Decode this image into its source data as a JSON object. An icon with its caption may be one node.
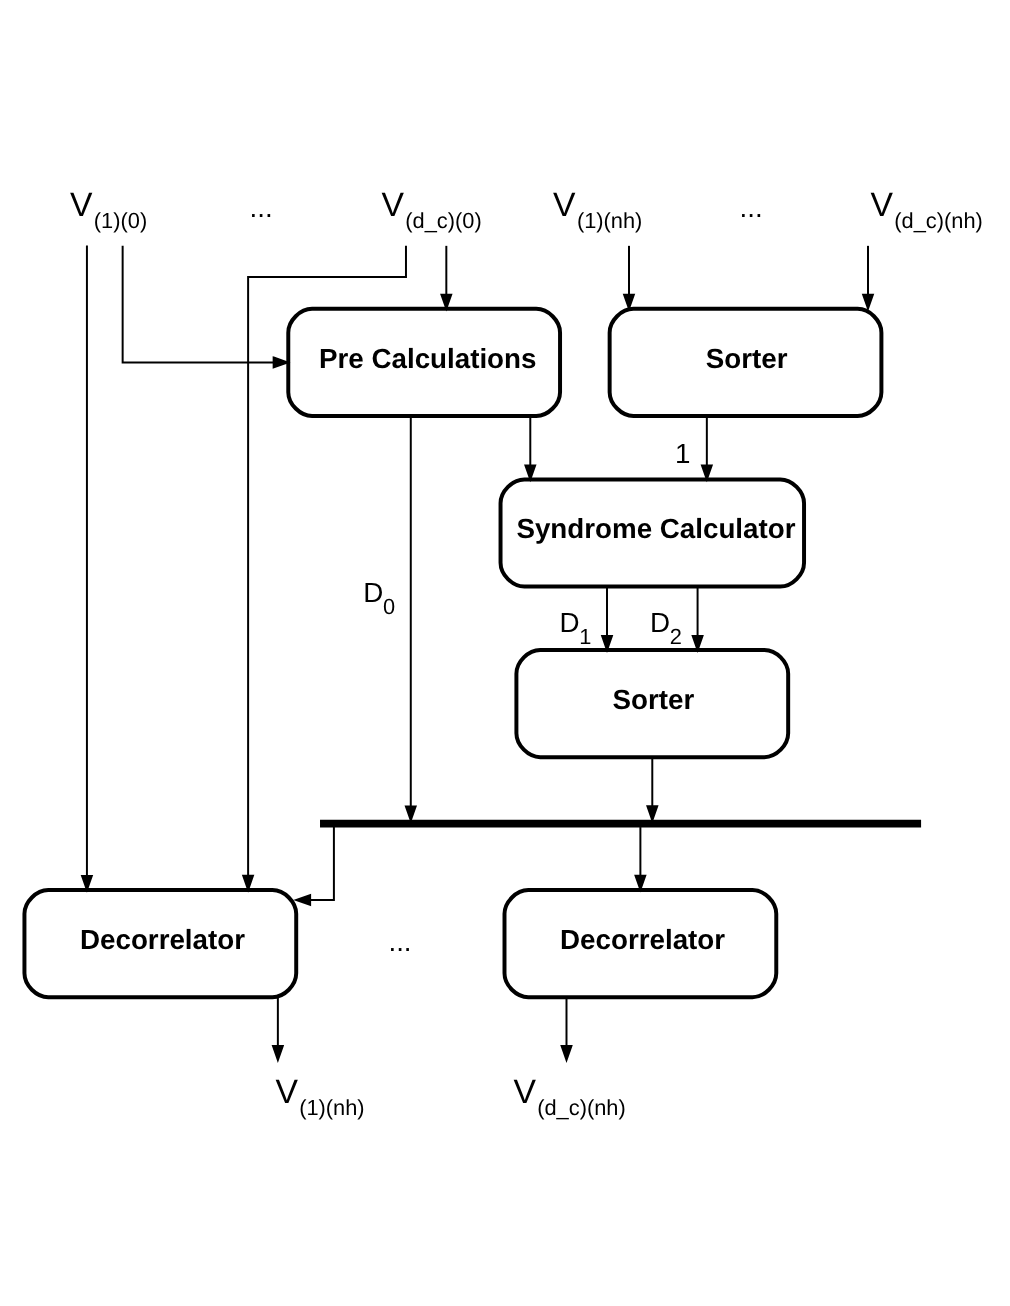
{
  "diagram": {
    "nodes": [
      {
        "text": [
          "V$_{(1)(0)}$"
        ]
      },
      {
        "text": [
          "V$_{(d_c)(0)}$"
        ]
      },
      {
        "text": [
          "V$_{(1)(nh)}$"
        ]
      },
      {
        "text": [
          "V$_{(d_c)(nh)}$"
        ]
      },
      {
        "text": [
          "Pre Calculations"
        ]
      },
      {
        "text": [
          "Sorter"
        ]
      },
      {
        "text": [
          "Syndrome Calculator"
        ]
      },
      {
        "text": [
          "Sorter"
        ]
      },
      {
        "text": [],
        "shape": "bar"
      },
      {
        "text": [
          "Decorrelator"
        ]
      },
      {
        "text": [
          "Decorrelator"
        ]
      },
      {
        "text": [
          "V$_{(1)(nh)}$"
        ]
      },
      {
        "text": [
          "V$_{(d_c)(nh)}$"
        ]
      }
    ],
    "edges": [
      {
        "from": 0,
        "to": 4,
        "arrow": "to"
      },
      {
        "from": 1,
        "to": 4,
        "arrow": "to"
      },
      {
        "from": 2,
        "to": 5,
        "arrow": "to"
      },
      {
        "from": 3,
        "to": 5,
        "arrow": "to"
      },
      {
        "from": 4,
        "to": 6,
        "arrow": "to"
      },
      {
        "from": 5,
        "to": 6,
        "arrow": "to",
        "label": "1"
      },
      {
        "from": 4,
        "to": 8,
        "arrow": "to",
        "label": "D$_{0}$"
      },
      {
        "from": 6,
        "to": 7,
        "arrow": "to",
        "label": "D$_{1}$"
      },
      {
        "from": 6,
        "to": 7,
        "arrow": "to",
        "label": "D$_{2}$"
      },
      {
        "from": 7,
        "to": 8,
        "arrow": "to"
      },
      {
        "from": 8,
        "to": 9,
        "arrow": "to"
      },
      {
        "from": 8,
        "to": 10,
        "arrow": "to"
      },
      {
        "from": 0,
        "to": 9,
        "arrow": "to"
      },
      {
        "from": 1,
        "to": 9,
        "arrow": "to"
      },
      {
        "from": 9,
        "to": 11,
        "arrow": "to"
      },
      {
        "from": 10,
        "to": 12,
        "arrow": "to"
      }
    ],
    "labels": [
      "...",
      "...",
      "..."
    ]
  }
}
